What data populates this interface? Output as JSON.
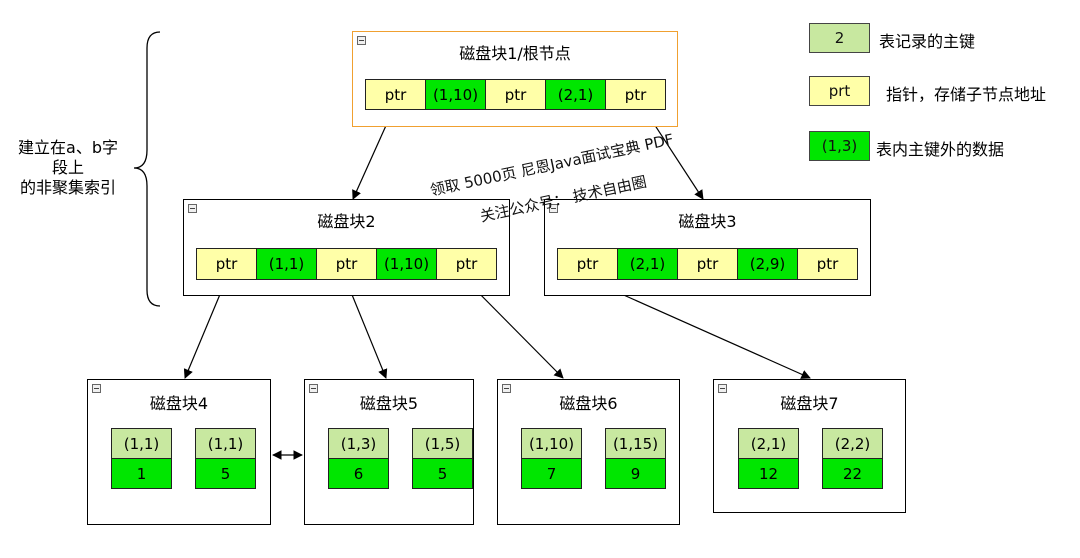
{
  "legend": {
    "key_sample": "2",
    "key_text": "表记录的主键",
    "ptr_sample": "prt",
    "ptr_text": "指针，存储子节点地址",
    "data_sample": "(1,3)",
    "data_text": "表内主键外的数据"
  },
  "index_label": [
    "建立在a、b字",
    "段上",
    "的非聚集索引"
  ],
  "watermark": {
    "line1": "领取 5000页 尼恩Java面试宝典 PDF",
    "line2": "关注公众号： 技术自由圈"
  },
  "root": {
    "title": "磁盘块1/根节点",
    "cells": [
      "ptr",
      "(1,10)",
      "ptr",
      "(2,1)",
      "ptr"
    ]
  },
  "block2": {
    "title": "磁盘块2",
    "cells": [
      "ptr",
      "(1,1)",
      "ptr",
      "(1,10)",
      "ptr"
    ]
  },
  "block3": {
    "title": "磁盘块3",
    "cells": [
      "ptr",
      "(2,1)",
      "ptr",
      "(2,9)",
      "ptr"
    ]
  },
  "leaves": [
    {
      "title": "磁盘块4",
      "entries": [
        {
          "key": "(1,1)",
          "value": "1"
        },
        {
          "key": "(1,1)",
          "value": "5"
        }
      ]
    },
    {
      "title": "磁盘块5",
      "entries": [
        {
          "key": "(1,3)",
          "value": "6"
        },
        {
          "key": "(1,5)",
          "value": "5"
        }
      ]
    },
    {
      "title": "磁盘块6",
      "entries": [
        {
          "key": "(1,10)",
          "value": "7"
        },
        {
          "key": "(1,15)",
          "value": "9"
        }
      ]
    },
    {
      "title": "磁盘块7",
      "entries": [
        {
          "key": "(2,1)",
          "value": "12"
        },
        {
          "key": "(2,2)",
          "value": "22"
        }
      ]
    }
  ]
}
